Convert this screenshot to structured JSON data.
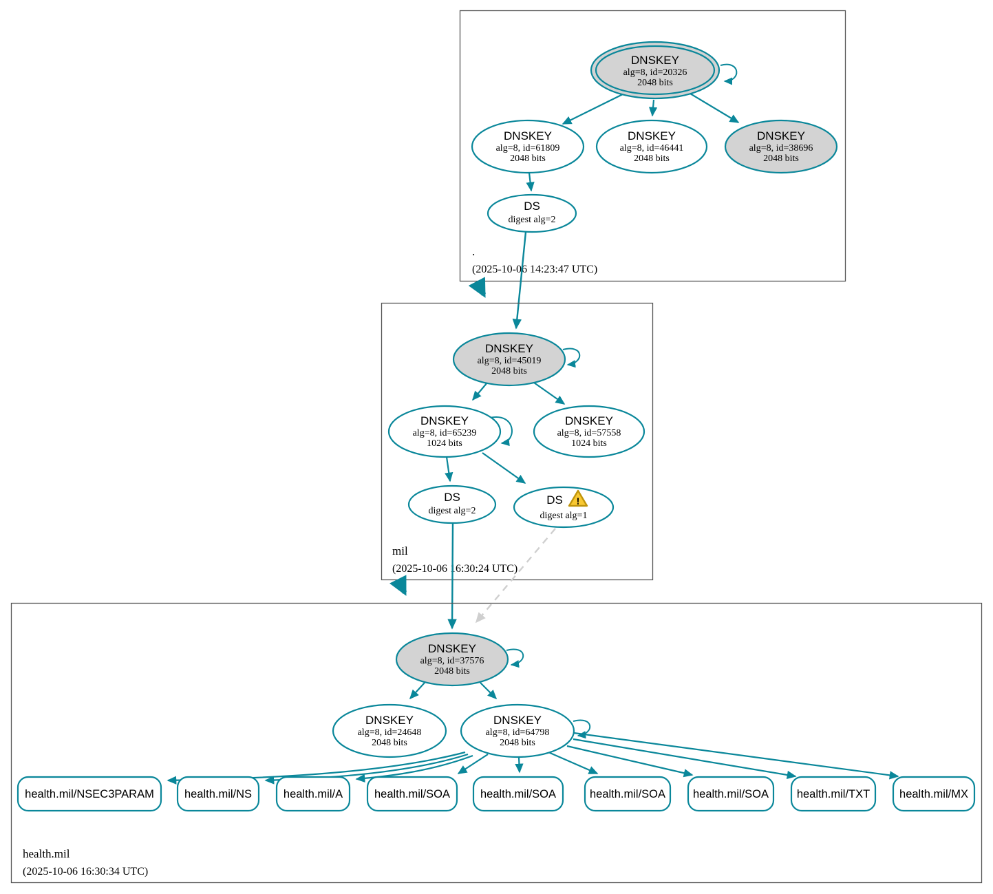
{
  "colors": {
    "secure_teal": "#0a879a",
    "ksk_fill": "#d3d3d3",
    "warning_fill": "#f8c832",
    "dashed_gray": "#cfcfcf"
  },
  "zones": [
    {
      "name": ".",
      "timestamp": "(2025-10-06 14:23:47 UTC)",
      "nodes": [
        {
          "type": "DNSKEY",
          "detail1": "alg=8, id=20326",
          "detail2": "2048 bits"
        },
        {
          "type": "DNSKEY",
          "detail1": "alg=8, id=61809",
          "detail2": "2048 bits"
        },
        {
          "type": "DNSKEY",
          "detail1": "alg=8, id=46441",
          "detail2": "2048 bits"
        },
        {
          "type": "DNSKEY",
          "detail1": "alg=8, id=38696",
          "detail2": "2048 bits"
        },
        {
          "type": "DS",
          "detail1": "digest alg=2"
        }
      ]
    },
    {
      "name": "mil",
      "timestamp": "(2025-10-06 16:30:24 UTC)",
      "nodes": [
        {
          "type": "DNSKEY",
          "detail1": "alg=8, id=45019",
          "detail2": "2048 bits"
        },
        {
          "type": "DNSKEY",
          "detail1": "alg=8, id=65239",
          "detail2": "1024 bits"
        },
        {
          "type": "DNSKEY",
          "detail1": "alg=8, id=57558",
          "detail2": "1024 bits"
        },
        {
          "type": "DS",
          "detail1": "digest alg=2"
        },
        {
          "type": "DS",
          "detail1": "digest alg=1",
          "icon": "warning-triangle-icon",
          "icon_glyph": "!"
        }
      ]
    },
    {
      "name": "health.mil",
      "timestamp": "(2025-10-06 16:30:34 UTC)",
      "nodes": [
        {
          "type": "DNSKEY",
          "detail1": "alg=8, id=37576",
          "detail2": "2048 bits"
        },
        {
          "type": "DNSKEY",
          "detail1": "alg=8, id=24648",
          "detail2": "2048 bits"
        },
        {
          "type": "DNSKEY",
          "detail1": "alg=8, id=64798",
          "detail2": "2048 bits"
        }
      ],
      "rrsets": [
        {
          "label": "health.mil/NSEC3PARAM"
        },
        {
          "label": "health.mil/NS"
        },
        {
          "label": "health.mil/A"
        },
        {
          "label": "health.mil/SOA"
        },
        {
          "label": "health.mil/SOA"
        },
        {
          "label": "health.mil/SOA"
        },
        {
          "label": "health.mil/SOA"
        },
        {
          "label": "health.mil/TXT"
        },
        {
          "label": "health.mil/MX"
        }
      ]
    }
  ]
}
